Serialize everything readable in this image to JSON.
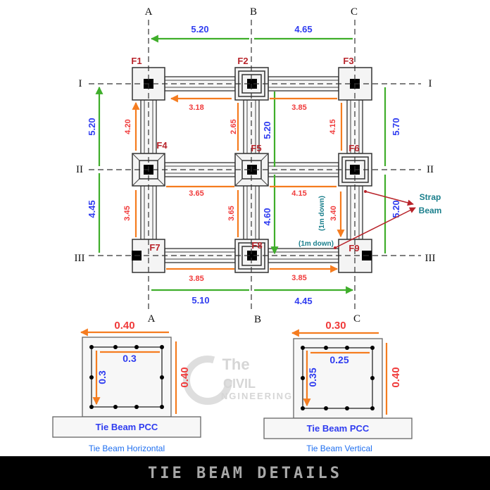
{
  "colors": {
    "dimension_blue": "#2f3cf0",
    "dimension_red": "#f03a3a",
    "arrow_green": "#3fae2a",
    "arrow_orange": "#f57c1f",
    "footing_label": "#b8232a",
    "strap_label": "#1a7f8c",
    "footer_bg": "#000000"
  },
  "plan": {
    "grid_columns": [
      "A",
      "B",
      "C"
    ],
    "grid_rows": [
      "I",
      "II",
      "III"
    ],
    "footings": [
      "F1",
      "F2",
      "F3",
      "F4",
      "F5",
      "F6",
      "F7",
      "F8",
      "F9"
    ],
    "top_dims": [
      "5.20",
      "4.65"
    ],
    "bottom_dims": [
      "5.10",
      "4.45"
    ],
    "left_dims": [
      "5.20",
      "4.45"
    ],
    "right_dims": [
      "5.70",
      "5.20"
    ],
    "middle_dims": [
      "5.20",
      "4.60"
    ],
    "clear_horizontal": {
      "row1": [
        "3.18",
        "3.85"
      ],
      "row2": [
        "3.65",
        "4.15"
      ],
      "row3": [
        "3.85",
        "3.85"
      ]
    },
    "clear_vertical": {
      "upper": [
        "4.20",
        "2.65",
        "4.15"
      ],
      "lower": [
        "3.45",
        "3.65",
        "3.40"
      ]
    },
    "notes": [
      "(1m down)",
      "(1m down)"
    ],
    "strap_label": [
      "Strap",
      "Beam"
    ]
  },
  "sections": [
    {
      "width": "0.40",
      "height": "0.40",
      "inner_width": "0.3",
      "inner_height": "0.3",
      "pcc": "Tie Beam PCC",
      "caption": "Tie Beam Horizontal"
    },
    {
      "width": "0.30",
      "height": "0.40",
      "inner_width": "0.25",
      "inner_height": "0.35",
      "pcc": "Tie Beam PCC",
      "caption": "Tie Beam Vertical"
    }
  ],
  "watermark": [
    "The",
    "CIVIL",
    "NGINEERING"
  ],
  "footer": {
    "title": "TIE BEAM DETAILS"
  }
}
